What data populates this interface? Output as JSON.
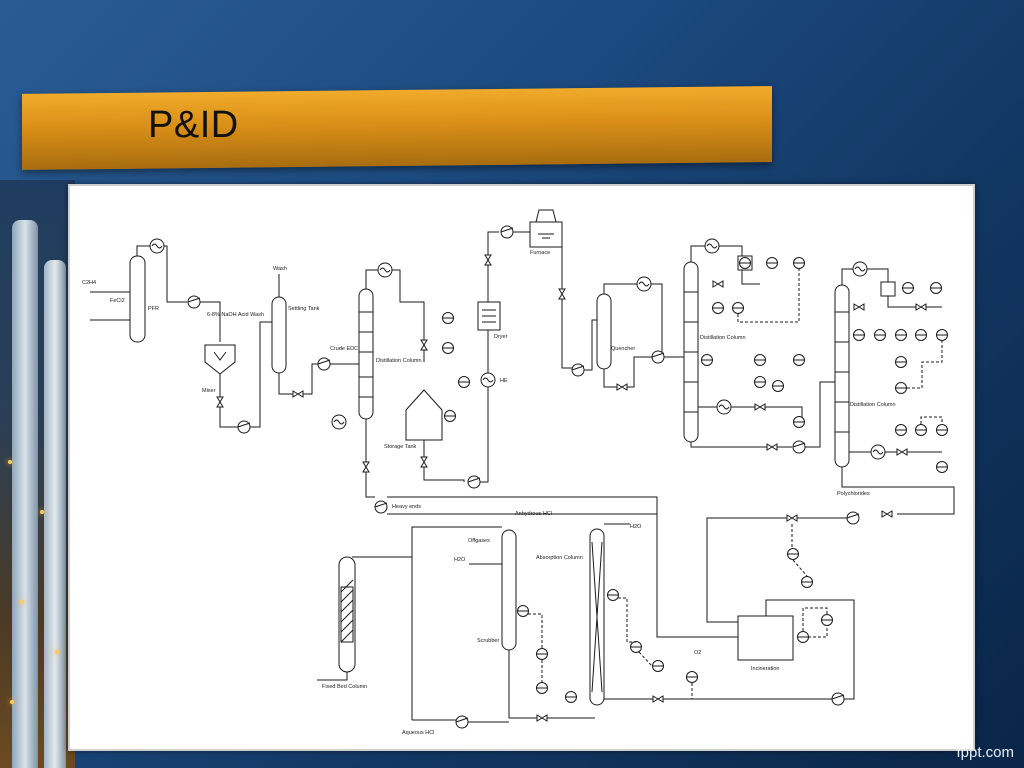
{
  "slide": {
    "title": "P&ID",
    "footer": "fppt.com"
  },
  "diagram": {
    "feeds": [
      "C2H4",
      "FeCl2"
    ],
    "equipment": {
      "pfr": "PFR",
      "acid_wash": "6-8% NaOH Acid Wash",
      "mixer": "Mixer",
      "wash": "Wash",
      "settling_tank": "Settling Tank",
      "crude_edc": "Crude EDC",
      "distillation_column_1": "Distillation Column",
      "storage_tank": "Storage Tank",
      "heavy_ends": "Heavy ends",
      "dryer": "Dryer",
      "he": "HE",
      "furnace": "Furnace",
      "quencher": "Quencher",
      "distillation_column_2": "Distillation Column",
      "distillation_column_3": "Distillation Column",
      "polychlorides": "Polychlorides",
      "anhydrous_hcl": "Anhydrous HCl",
      "offgases": "Offgases",
      "h2o_scrubber": "H2O",
      "h2o_absorption": "H2O",
      "absorption_column": "Absorption Column",
      "scrubber": "Scrubber",
      "fixed_bed_column": "Fixed Bed Column",
      "aqueous_hcl": "Aqueous HCl",
      "incineration": "Incineration",
      "o2": "O2"
    }
  },
  "colors": {
    "accent": "#e39a1c",
    "frame": "#ffffff",
    "line": "#1a1a1a"
  }
}
